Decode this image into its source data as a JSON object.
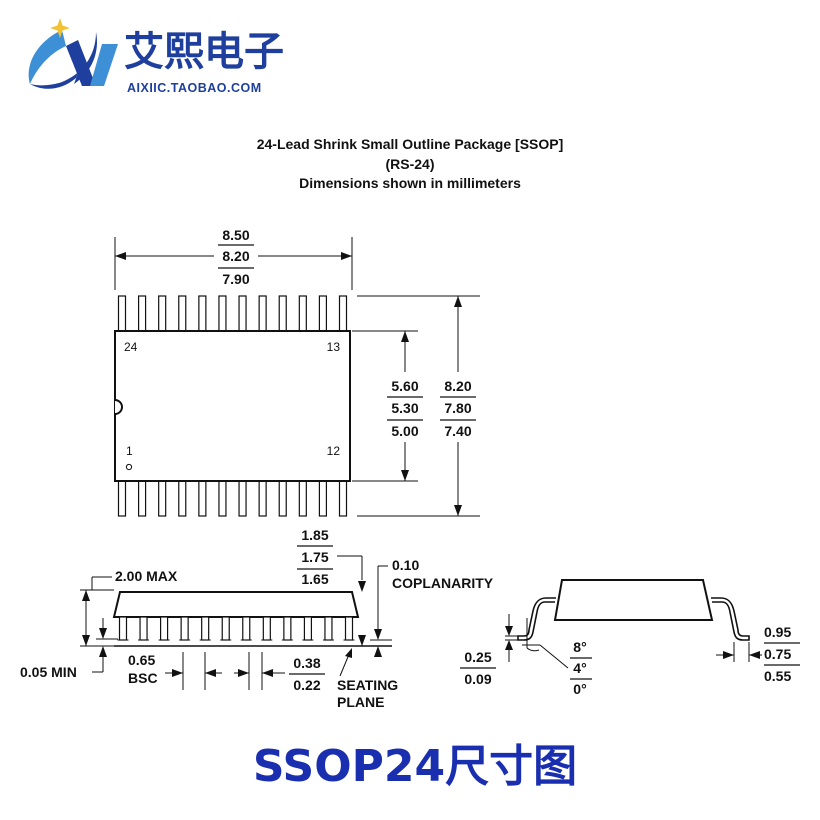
{
  "logo": {
    "name_cn": "艾熙电子",
    "url": "AIXIIC.TAOBAO.COM",
    "colors": {
      "brand": "#1e3f9e",
      "accent": "#3d8fd6",
      "star": "#f2c230"
    }
  },
  "title": {
    "line1": "24-Lead Shrink Small Outline Package [SSOP]",
    "line2": "(RS-24)",
    "line3": "Dimensions shown in millimeters"
  },
  "top_view": {
    "body_width": {
      "max": "8.50",
      "nom": "8.20",
      "min": "7.90"
    },
    "body_height": {
      "max": "5.60",
      "nom": "5.30",
      "min": "5.00"
    },
    "overall_height": {
      "max": "8.20",
      "nom": "7.80",
      "min": "7.40"
    },
    "pins": {
      "top_left": "24",
      "top_right": "13",
      "bottom_left": "1",
      "bottom_right": "12"
    },
    "leads_per_side": 12
  },
  "side_view": {
    "seated_height": {
      "max": "1.85",
      "nom": "1.75",
      "min": "1.65"
    },
    "max_height": "2.00 MAX",
    "coplanarity_value": "0.10",
    "coplanarity_label": "COPLANARITY",
    "standoff": "0.05 MIN",
    "pitch_value": "0.65",
    "pitch_label": "BSC",
    "lead_width": {
      "max": "0.38",
      "min": "0.22"
    },
    "seating_label_1": "SEATING",
    "seating_label_2": "PLANE",
    "leads": 12
  },
  "detail_view": {
    "thickness": {
      "max": "0.25",
      "min": "0.09"
    },
    "angle": {
      "max": "8°",
      "nom": "4°",
      "min": "0°"
    },
    "foot_length": {
      "max": "0.95",
      "nom": "0.75",
      "min": "0.55"
    }
  },
  "footer": {
    "label": "SSOP24尺寸图",
    "color": "#1a2fb0"
  }
}
